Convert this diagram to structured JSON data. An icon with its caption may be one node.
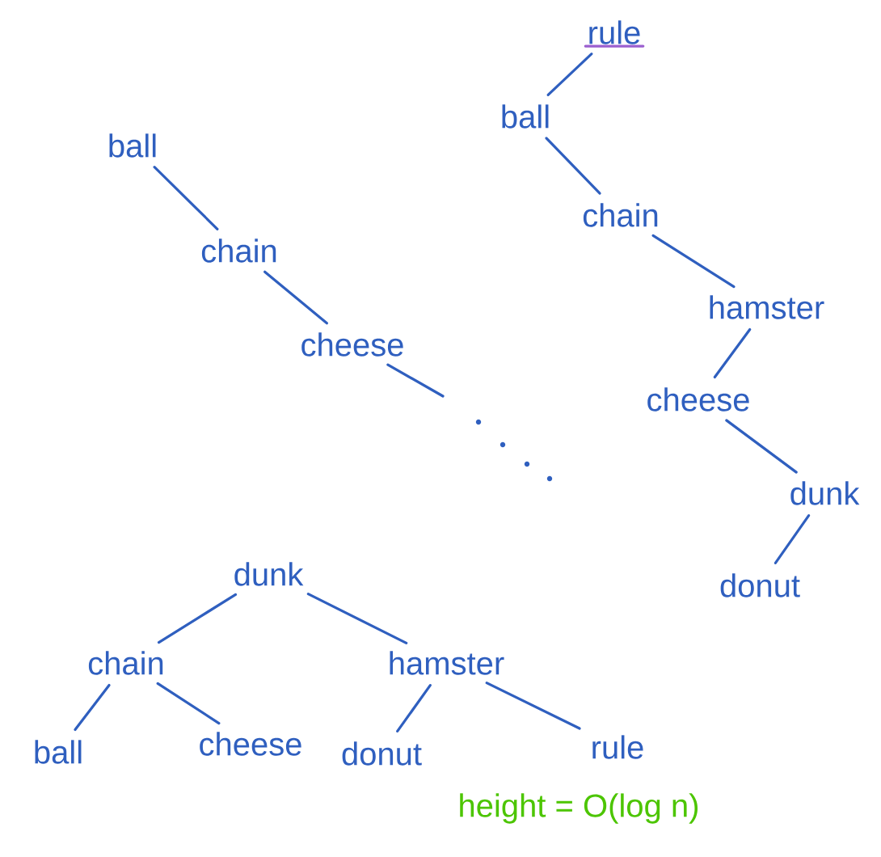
{
  "diagram": {
    "nodes": [
      {
        "text": [
          "ball"
        ]
      },
      {
        "text": [
          "chain"
        ]
      },
      {
        "text": [
          "cheese"
        ]
      },
      {
        "text": [
          "rule"
        ]
      },
      {
        "text": [
          "ball"
        ]
      },
      {
        "text": [
          "chain"
        ]
      },
      {
        "text": [
          "hamster"
        ]
      },
      {
        "text": [
          "cheese"
        ]
      },
      {
        "text": [
          "dunk"
        ]
      },
      {
        "text": [
          "donut"
        ]
      },
      {
        "text": [
          "dunk"
        ]
      },
      {
        "text": [
          "chain"
        ]
      },
      {
        "text": [
          "hamster"
        ]
      },
      {
        "text": [
          "ball"
        ]
      },
      {
        "text": [
          "cheese"
        ]
      },
      {
        "text": [
          "donut"
        ]
      },
      {
        "text": [
          "rule"
        ]
      }
    ],
    "edges": [
      {
        "from": 0,
        "to": 1,
        "arrow": "none"
      },
      {
        "from": 1,
        "to": 2,
        "arrow": "none"
      },
      {
        "from": 2,
        "to": null,
        "arrow": "none"
      },
      {
        "from": 3,
        "to": 4,
        "arrow": "none"
      },
      {
        "from": 4,
        "to": 5,
        "arrow": "none"
      },
      {
        "from": 5,
        "to": 6,
        "arrow": "none"
      },
      {
        "from": 6,
        "to": 7,
        "arrow": "none"
      },
      {
        "from": 7,
        "to": 8,
        "arrow": "none"
      },
      {
        "from": 8,
        "to": 9,
        "arrow": "none"
      },
      {
        "from": 10,
        "to": 11,
        "arrow": "none"
      },
      {
        "from": 10,
        "to": 12,
        "arrow": "none"
      },
      {
        "from": 11,
        "to": 13,
        "arrow": "none"
      },
      {
        "from": 11,
        "to": 14,
        "arrow": "none"
      },
      {
        "from": 12,
        "to": 15,
        "arrow": "none"
      },
      {
        "from": 12,
        "to": 16,
        "arrow": "none"
      }
    ],
    "labels": [
      "height = O(log n)"
    ]
  }
}
